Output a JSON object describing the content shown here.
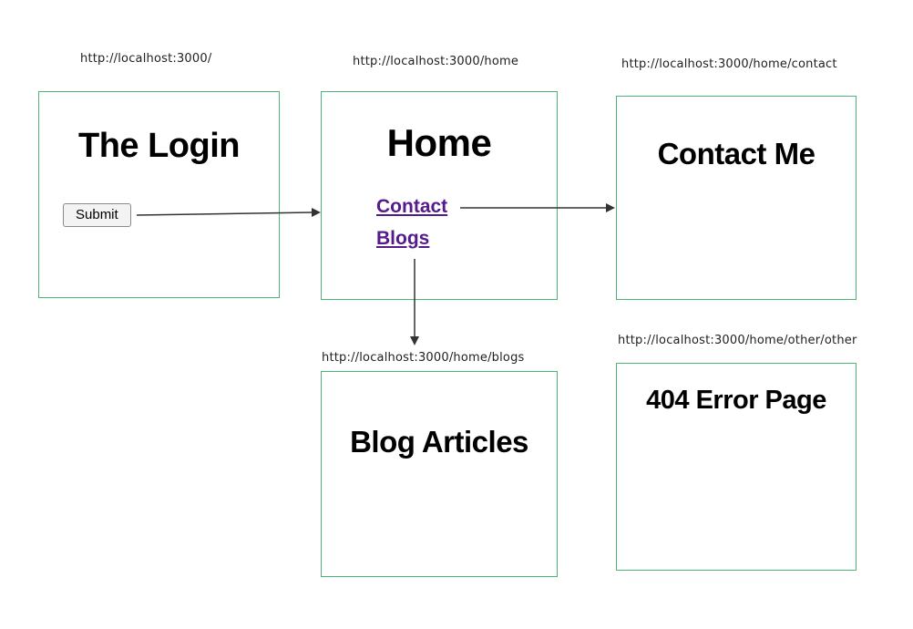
{
  "diagram": {
    "pages": [
      {
        "id": "login",
        "url": "http://localhost:3000/",
        "title": "The Login",
        "button_label": "Submit"
      },
      {
        "id": "home",
        "url": "http://localhost:3000/home",
        "title": "Home",
        "links": [
          "Contact",
          "Blogs"
        ]
      },
      {
        "id": "contact",
        "url": "http://localhost:3000/home/contact",
        "title": "Contact Me"
      },
      {
        "id": "blogs",
        "url": "http://localhost:3000/home/blogs",
        "title": "Blog Articles"
      },
      {
        "id": "error404",
        "url": "http://localhost:3000/home/other/other",
        "title": "404 Error Page"
      }
    ],
    "colors": {
      "box_border": "#4db378",
      "link": "#551a8b",
      "arrow": "#333333"
    }
  }
}
